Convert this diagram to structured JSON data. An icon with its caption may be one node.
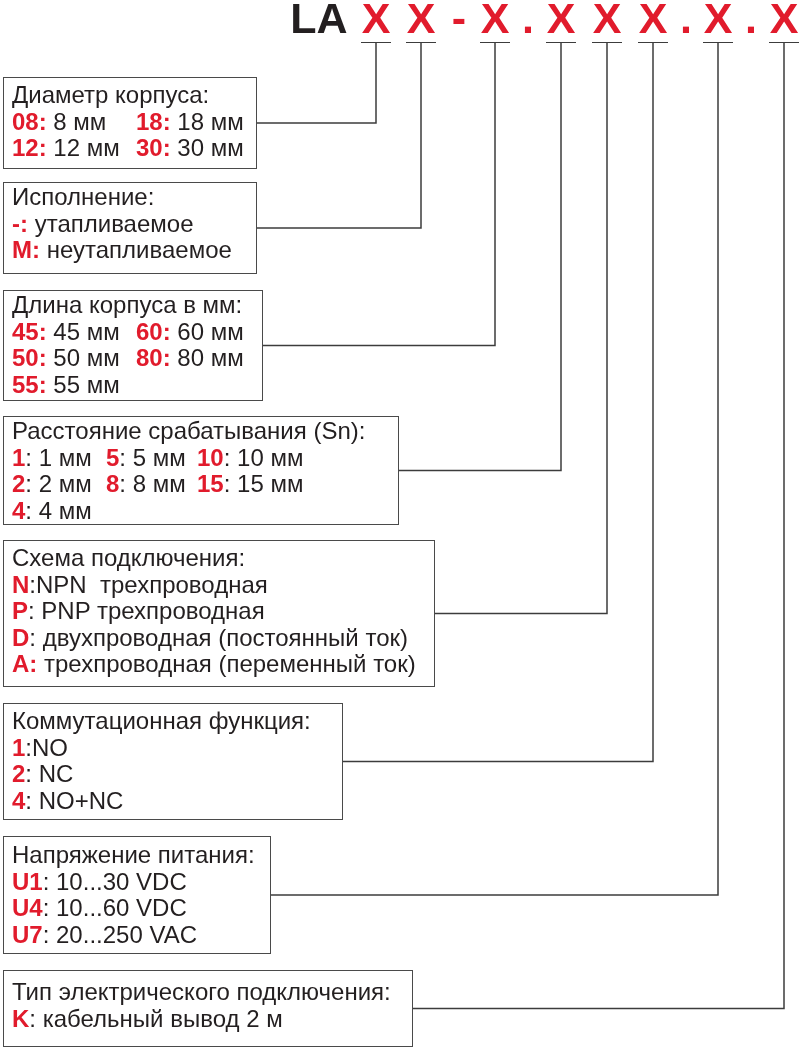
{
  "diagram": {
    "nodes": [
      {
        "text": [
          "X"
        ]
      },
      {
        "text": [
          "X"
        ]
      },
      {
        "text": [
          "X"
        ]
      },
      {
        "text": [
          "X"
        ]
      },
      {
        "text": [
          "X"
        ]
      },
      {
        "text": [
          "X"
        ]
      },
      {
        "text": [
          "X"
        ]
      },
      {
        "text": [
          "X"
        ]
      },
      {
        "text": [
          "Диаметр корпуса:",
          "**08:** 8 мм",
          "**18:** 18 мм",
          "**12:** 12 мм",
          "**30:** 30 мм"
        ]
      },
      {
        "text": [
          "Исполнение:",
          "**-:** утапливаемое",
          "**M:** неутапливаемое"
        ]
      },
      {
        "text": [
          "Длина корпуса в мм:",
          "**45:** 45 мм",
          "**60:** 60 мм",
          "**50:** 50 мм",
          "**80:** 80 мм",
          "**55:** 55 мм"
        ]
      },
      {
        "text": [
          "Расстояние срабатывания (Sn):",
          "**1**: 1 мм",
          "**5**: 5 мм",
          "**10**: 10 мм",
          "**2**: 2 мм",
          "**8**: 8 мм",
          "**15**: 15 мм",
          "**4**: 4 мм"
        ]
      },
      {
        "text": [
          "Схема подключения:",
          "**N**:NPN  трехпроводная",
          "**P**: PNP трехпроводная",
          "**D**: двухпроводная (постоянный ток)",
          "**A:** трехпроводная (переменный ток)"
        ]
      },
      {
        "text": [
          "Коммутационная функция:",
          "**1**:NO",
          "**2**: NC",
          "**4**: NO+NC"
        ]
      },
      {
        "text": [
          "Напряжение питания:",
          "**U1**: 10...30 VDC",
          "**U4**: 10...60 VDC",
          "**U7**: 20...250 VAC"
        ]
      },
      {
        "text": [
          "Тип электрического подключения:",
          "**K**: кабельный вывод 2 м"
        ]
      }
    ],
    "edges": [
      {
        "from": 8,
        "to": 0,
        "arrow": "none"
      },
      {
        "from": 9,
        "to": 1,
        "arrow": "none"
      },
      {
        "from": 10,
        "to": 2,
        "arrow": "none"
      },
      {
        "from": 11,
        "to": 3,
        "arrow": "none"
      },
      {
        "from": 12,
        "to": 4,
        "arrow": "none"
      },
      {
        "from": 13,
        "to": 5,
        "arrow": "none"
      },
      {
        "from": 14,
        "to": 6,
        "arrow": "none"
      },
      {
        "from": 15,
        "to": 7,
        "arrow": "none"
      }
    ],
    "labels": [
      "LA",
      "-",
      ".",
      ".",
      "."
    ]
  }
}
